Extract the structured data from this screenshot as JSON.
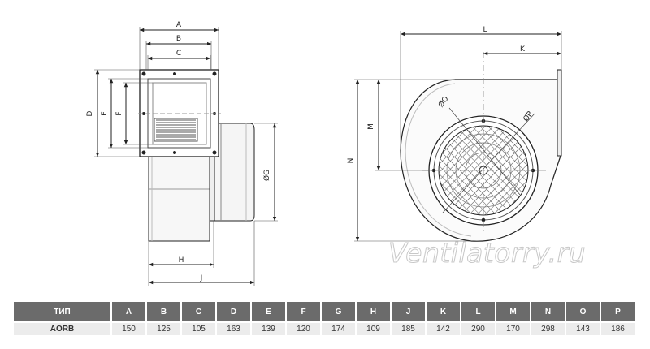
{
  "drawing": {
    "side_labels": {
      "A": "A",
      "B": "B",
      "C": "C",
      "D": "D",
      "E": "E",
      "F": "F",
      "G": "ØG",
      "H": "H",
      "J": "J"
    },
    "front_labels": {
      "L": "L",
      "K": "K",
      "M": "M",
      "N": "N",
      "O": "ØO",
      "P": "ØP"
    }
  },
  "watermark": "Ventilatorry.ru",
  "table": {
    "type_header": "ТИП",
    "headers": [
      "A",
      "B",
      "C",
      "D",
      "E",
      "F",
      "G",
      "H",
      "J",
      "K",
      "L",
      "M",
      "N",
      "O",
      "P"
    ],
    "row_label": "AORB",
    "values": [
      "150",
      "125",
      "105",
      "163",
      "139",
      "120",
      "174",
      "109",
      "185",
      "142",
      "290",
      "170",
      "298",
      "143",
      "186"
    ]
  }
}
